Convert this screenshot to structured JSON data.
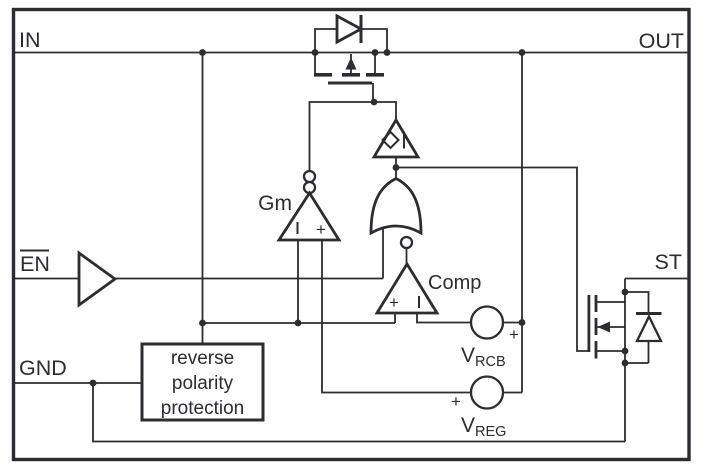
{
  "pins": {
    "in": "IN",
    "out": "OUT",
    "en": "EN",
    "gnd": "GND",
    "st": "ST"
  },
  "blocks": {
    "gm": {
      "label": "Gm",
      "plus": "+"
    },
    "comp": {
      "label": "Comp",
      "plus": "+"
    },
    "rpp": {
      "line1": "reverse",
      "line2": "polarity",
      "line3": "protection"
    },
    "vrcb": {
      "name": "V",
      "sub": "RCB",
      "plus": "+"
    },
    "vreg": {
      "name": "V",
      "sub": "REG",
      "plus": "+"
    }
  },
  "colors": {
    "line": "#2c2c31",
    "background": "#ffffff"
  }
}
